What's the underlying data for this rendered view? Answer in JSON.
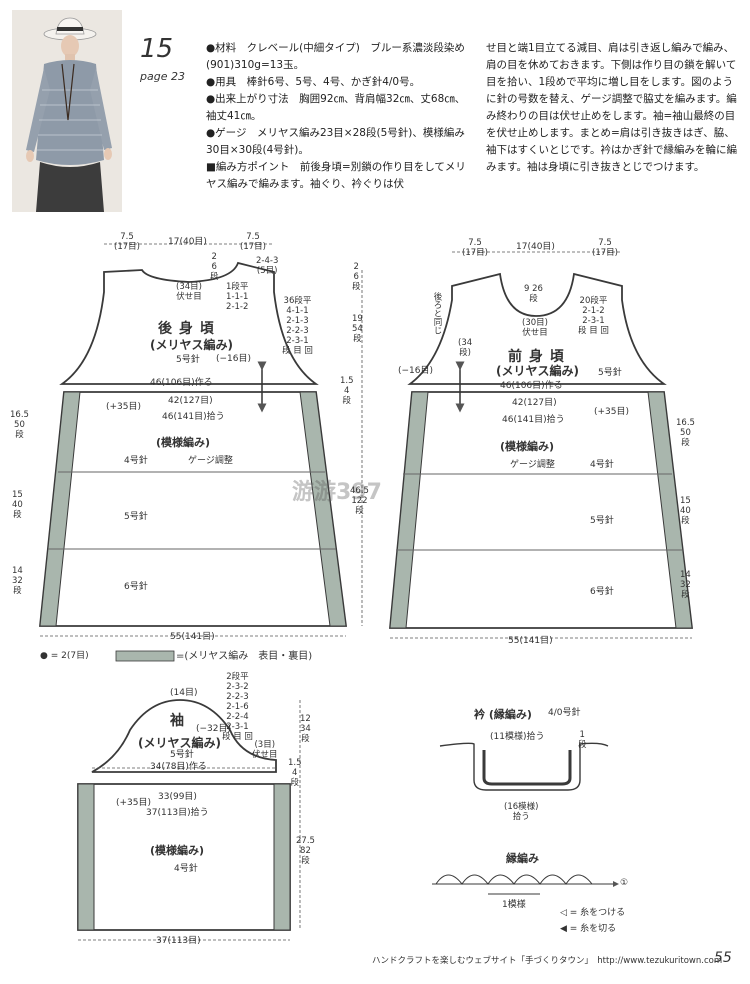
{
  "header": {
    "pattern_number": "15",
    "page_ref": "page 23"
  },
  "instructions": {
    "col1": [
      "●材料　クレベール(中細タイプ)　ブルー系濃淡段染め(901)310g=13玉。",
      "●用具　棒針6号、5号、4号、かぎ針4/0号。",
      "●出来上がり寸法　胸囲92㎝、背肩幅32㎝、丈68㎝、袖丈41㎝。",
      "●ゲージ　メリヤス編み23目×28段(5号針)、模様編み30目×30段(4号針)。",
      "■編み方ポイント　前後身頃=別鎖の作り目をしてメリヤス編みで編みます。袖ぐり、衿ぐりは伏"
    ],
    "col2": "せ目と端1目立てる減目、肩は引き返し編みで編み、肩の目を休めておきます。下側は作り目の鎖を解いて目を拾い、1段めで平均に増し目をします。図のように針の号数を替え、ゲージ調整で脇丈を編みます。編み終わりの目は伏せ止めをします。袖=袖山最終の目を伏せ止めします。まとめ=肩は引き抜きはぎ、脇、袖下はすくいとじです。衿はかぎ針で縁編みを輪に編みます。袖は身頃に引き抜きとじでつけます。"
  },
  "back": {
    "title": "後 身 頃",
    "stitch": "(メリヤス編み)",
    "needle": "5号針",
    "shoulder_left": [
      "7.5",
      "(17目)"
    ],
    "neck_width": "17(40目)",
    "shoulder_right": [
      "7.5",
      "(17目)"
    ],
    "neck_rows": [
      "2",
      "6",
      "段"
    ],
    "neck_dec": [
      "2-4-3",
      "(5目)"
    ],
    "neck_bind": [
      "(34目)",
      "伏せ目"
    ],
    "neck_seq": [
      "1段平",
      "1-1-1",
      "2-1-2"
    ],
    "shoulder_seq": [
      "36段平",
      "4-1-1",
      "2-1-3",
      "2-2-3",
      "2-3-1",
      "段 目 回"
    ],
    "cast": "46(106目)作る",
    "bind_side": "(−16目)",
    "inc": "(+35目)",
    "row1": "42(127目)",
    "row2": "46(141目)拾う",
    "pattern": "(模様編み)",
    "needle4": "4号針",
    "gauge": "ゲージ調整",
    "needle5": "5号針",
    "needle6": "6号針",
    "bottom": "55(141目)",
    "side1": [
      "16.5",
      "50",
      "段"
    ],
    "side2": [
      "15",
      "40",
      "段"
    ],
    "side3": [
      "14",
      "32",
      "段"
    ],
    "top_h": [
      "2",
      "6",
      "段"
    ],
    "arm_h": [
      "19",
      "54",
      "段"
    ],
    "waist_h": [
      "1.5",
      "4",
      "段"
    ],
    "body_h": [
      "46.5",
      "122",
      "段"
    ]
  },
  "front": {
    "title": "前 身 頃",
    "stitch": "(メリヤス編み)",
    "needle": "5号針",
    "shoulder_left": [
      "7.5",
      "(17目)"
    ],
    "neck_width": "17(40目)",
    "shoulder_right": [
      "7.5",
      "(17目)"
    ],
    "same_as_back": "後ろと同じ",
    "neck_depth": [
      "9",
      "26",
      "段"
    ],
    "neck_bind": [
      "(30目)",
      "伏せ目"
    ],
    "neck_seq": [
      "20段平",
      "2-1-2",
      "2-3-1",
      "段 目 回"
    ],
    "arm_h": [
      "(34",
      "段)"
    ],
    "bind_side": "(−16目)",
    "cast": "46(106目)作る",
    "row1": "42(127目)",
    "inc": "(+35目)",
    "row2": "46(141目)拾う",
    "pattern": "(模様編み)",
    "gauge": "ゲージ調整",
    "needle4": "4号針",
    "needle5": "5号針",
    "needle6": "6号針",
    "bottom": "55(141目)",
    "side1": [
      "16.5",
      "50",
      "段"
    ],
    "side2": [
      "15",
      "40",
      "段"
    ],
    "side3": [
      "14",
      "32",
      "段"
    ]
  },
  "legend": {
    "dot": "● = 2(7目)",
    "bar": "=(メリヤス編み　表目・裏目)"
  },
  "sleeve": {
    "title": "袖",
    "stitch": "(メリヤス編み)",
    "needle": "5号針",
    "top_seq": [
      "2段平",
      "2-3-2",
      "2-2-3",
      "2-1-6",
      "2-2-4",
      "2-3-1",
      "段 目 回"
    ],
    "top_bind": "(14目)",
    "dec": "(−32目)",
    "bind_side": [
      "(3目)",
      "伏せ目"
    ],
    "cast": "34(78目)作る",
    "cap_h": [
      "12",
      "34",
      "段"
    ],
    "waist_h": [
      "1.5",
      "4",
      "段"
    ],
    "row1": "33(99目)",
    "inc": "(+35目)",
    "row2": "37(113目)拾う",
    "pattern": "(模様編み)",
    "needle4": "4号針",
    "len_h": [
      "27.5",
      "82",
      "段"
    ],
    "bottom": "37(113目)"
  },
  "collar": {
    "title": "衿 (縁編み)",
    "needle": "4/0号針",
    "pick_top": "(11模様)拾う",
    "rows": [
      "1",
      "段"
    ],
    "pick_bottom": [
      "(16模様)",
      "拾う"
    ]
  },
  "edging": {
    "title": "縁編み",
    "arrow_label": "①",
    "one_pattern": "1模様",
    "attach": "◁ = 糸をつける",
    "cut": "◀ = 糸を切る"
  },
  "watermark": "游游397",
  "footer": {
    "text": "ハンドクラフトを楽しむウェブサイト「手づくりタウン」　http://www.tezukuritown.com",
    "page": "55"
  },
  "colors": {
    "band": "#a9b6ad",
    "line": "#3a3a3a"
  }
}
